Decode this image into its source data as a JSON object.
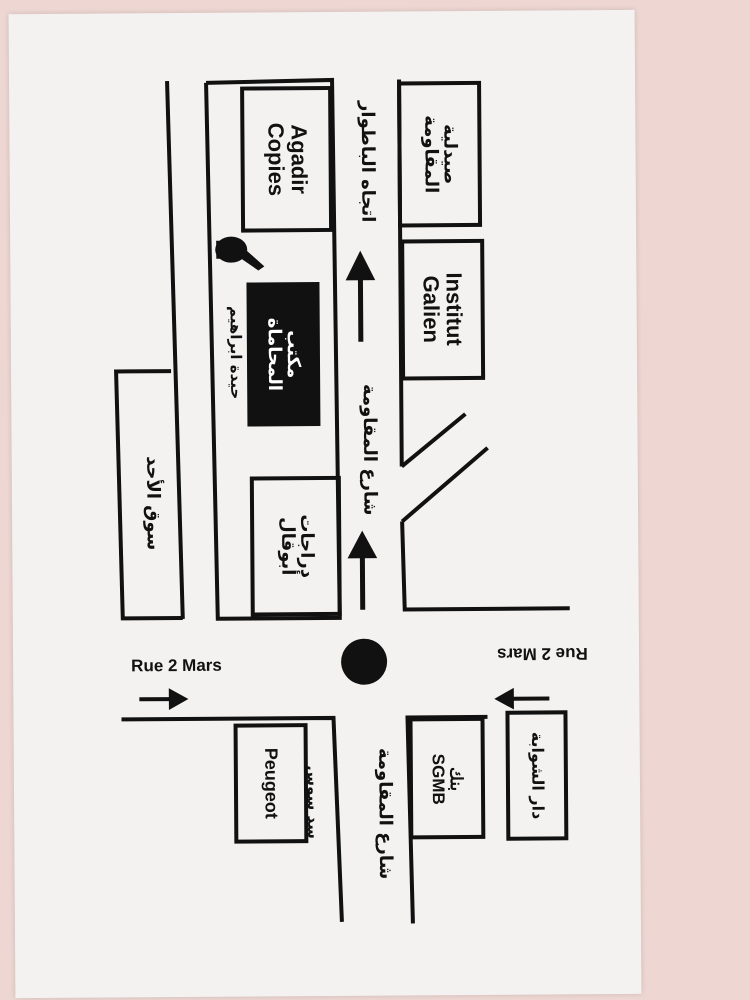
{
  "map": {
    "buildings": {
      "pharmacy": {
        "line1": "صيدلية",
        "line2": "المقاومة"
      },
      "institut": {
        "line1": "Institut",
        "line2": "Galien"
      },
      "agadir": {
        "line1": "Agadir",
        "line2": "Copies"
      },
      "office": {
        "line1": "مكتب",
        "line2": "المحاماة"
      },
      "owner_name": "حيدة ابراهيم",
      "bicycles": {
        "line1": "دراجات",
        "line2": "أبوقال"
      },
      "souk": "سوق الأحد",
      "bank": {
        "line1": "بنك",
        "line2": "SGMB"
      },
      "dar": "دار الشوابة",
      "peugeot": "Peugeot",
      "peugeot_ar": "سد سوس"
    },
    "streets": {
      "top_direction": "اتجاه الباطوار",
      "main_street_upper": "شارع المقاومة",
      "main_street_lower": "شارع المقاومة",
      "rue_left": "Rue 2 Mars",
      "rue_right": "Rue 2 Mars"
    },
    "colors": {
      "ink": "#111111",
      "card": "#f4f2f1",
      "background": "#eed7d3"
    },
    "icons": [
      "pointing-hand-icon",
      "arrow-up-icon",
      "arrow-left-icon",
      "arrow-right-icon",
      "roundabout-dot-icon"
    ]
  }
}
